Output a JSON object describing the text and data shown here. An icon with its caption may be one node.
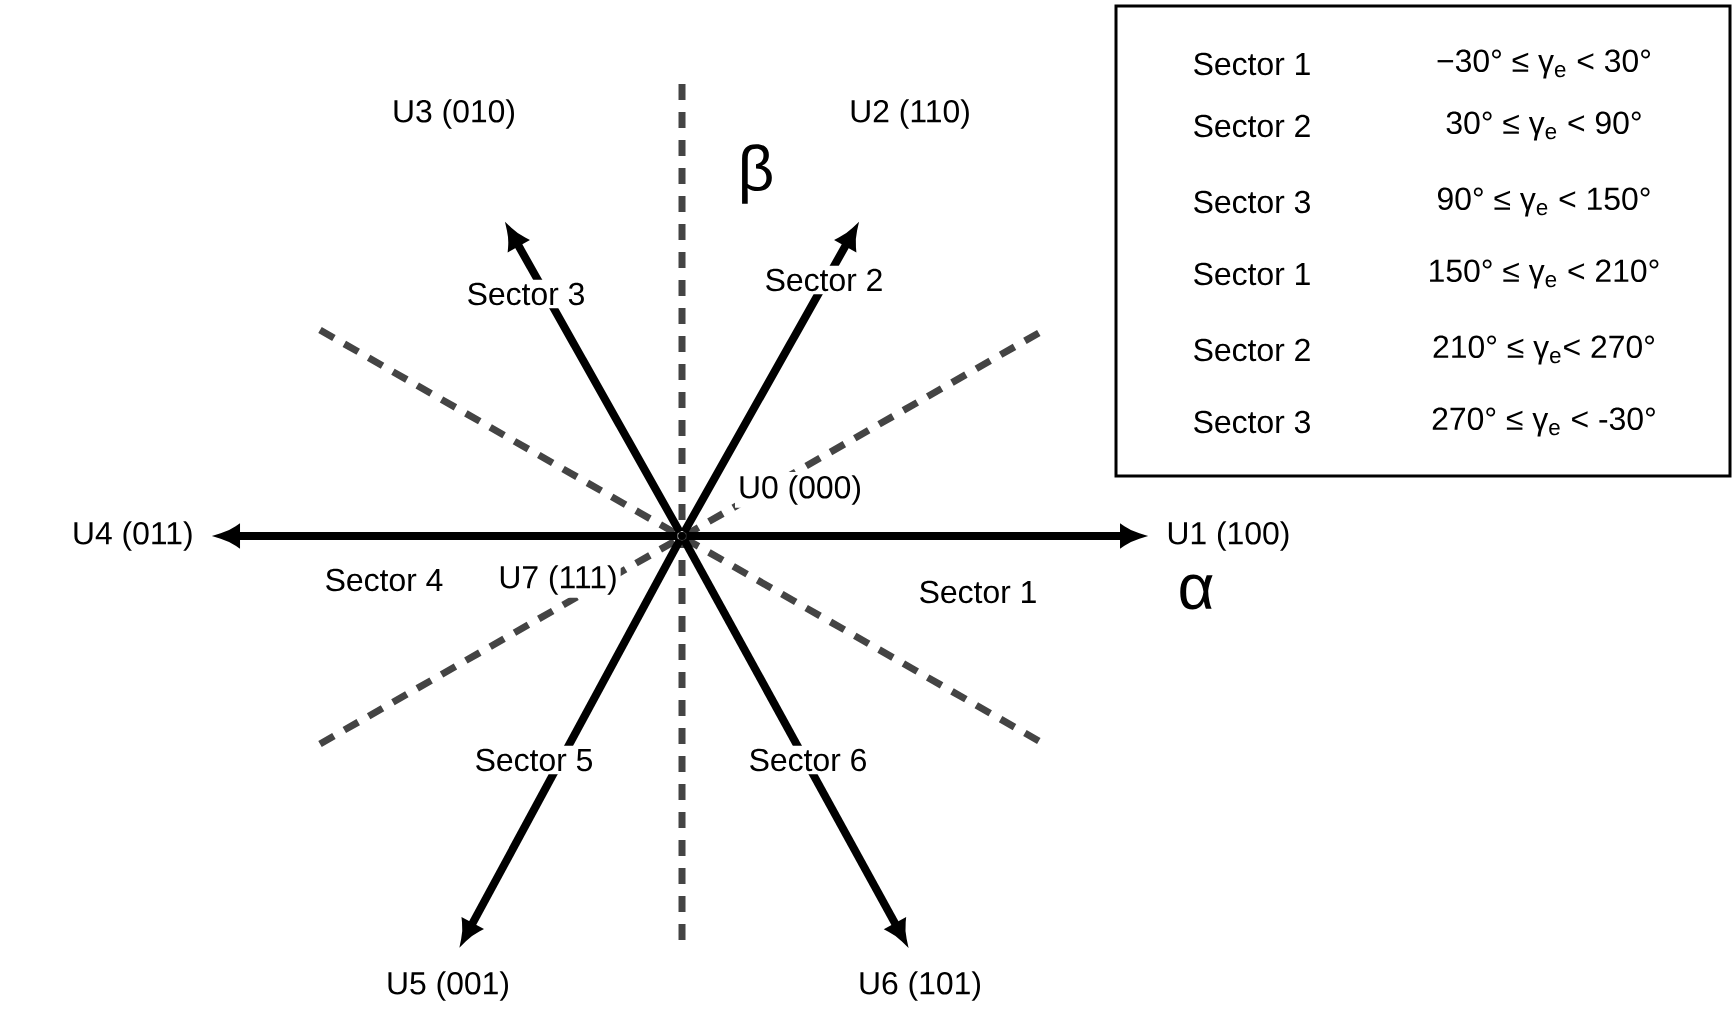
{
  "diagram": {
    "nodes": [
      {
        "text": [],
        "shape": "point"
      },
      {
        "text": [
          "U1 (100)"
        ]
      },
      {
        "text": [
          "U2 (110)"
        ]
      },
      {
        "text": [
          "U3 (010)"
        ]
      },
      {
        "text": [
          "U4 (011)"
        ]
      },
      {
        "text": [
          "U5 (001)"
        ]
      },
      {
        "text": [
          "U6 (101)"
        ]
      }
    ],
    "edges": [
      {
        "from": 0,
        "to": 1,
        "arrow": "to"
      },
      {
        "from": 0,
        "to": 2,
        "arrow": "to"
      },
      {
        "from": 0,
        "to": 3,
        "arrow": "to"
      },
      {
        "from": 0,
        "to": 4,
        "arrow": "to"
      },
      {
        "from": 0,
        "to": 5,
        "arrow": "to"
      },
      {
        "from": 0,
        "to": 6,
        "arrow": "to"
      }
    ],
    "labels": [
      "β",
      "Sector 3",
      "Sector 2",
      "U0 (000)",
      "Sector 4",
      "U7 (111)",
      "Sector 1",
      "α",
      "Sector 5",
      "Sector 6",
      "Sector 1",
      "−30° ≤ γ$_{e}$ < 30°",
      "Sector 2",
      "30° ≤ γ$_{e}$ < 90°",
      "Sector 3",
      "90° ≤ γ$_{e}$ < 150°",
      "Sector 1",
      "150° ≤ γ$_{e}$ < 210°",
      "Sector 2",
      "210° ≤ γ$_{e}$< 270°",
      "Sector 3",
      "270° ≤ γ$_{e}$ < -30°"
    ]
  }
}
